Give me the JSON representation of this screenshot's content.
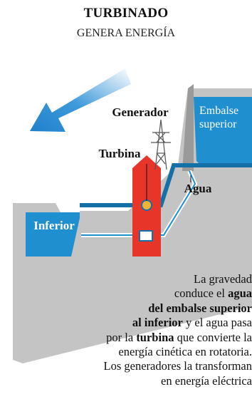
{
  "title": "TURBINADO",
  "subtitle": "GENERA ENERGÍA",
  "labels": {
    "generador": "Generador",
    "turbina": "Turbina",
    "agua": "Agua",
    "inferior": "Inferior",
    "embalse_line1": "Embalse",
    "embalse_line2": "superior"
  },
  "description": {
    "l1": "La gravedad",
    "l2a": "conduce el ",
    "l2b": "agua",
    "l3": "del embalse superior",
    "l4a": "al inferior",
    "l4b": " y el agua pasa",
    "l5a": "por la ",
    "l5b": "turbina",
    "l5c": " que convierte la",
    "l6": "energía cinética en rotatoria.",
    "l7": "Los generadores la transforman",
    "l8": "en energía eléctrica"
  },
  "colors": {
    "water": "#1f8fd0",
    "water_dark": "#1670a8",
    "ground": "#c4c4c4",
    "ground_dark": "#9a9a9a",
    "plant": "#e8352a",
    "turbine": "#f2b233",
    "arrow": "#2a8fd6"
  }
}
